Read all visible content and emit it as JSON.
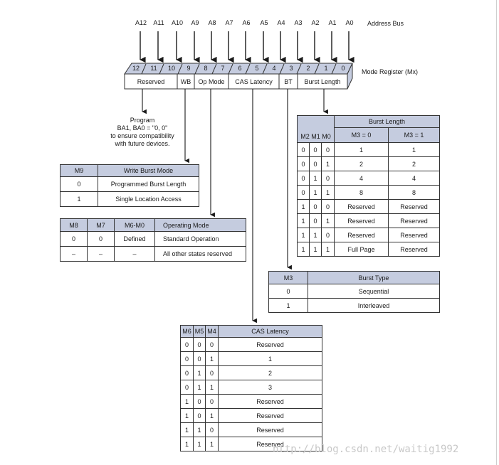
{
  "address_bus": {
    "labels": [
      "A12",
      "A11",
      "A10",
      "A9",
      "A8",
      "A7",
      "A6",
      "A5",
      "A4",
      "A3",
      "A2",
      "A1",
      "A0"
    ],
    "title": "Address Bus"
  },
  "register": {
    "title": "Mode Register (Mx)",
    "bits": [
      "12",
      "11",
      "10",
      "9",
      "8",
      "7",
      "6",
      "5",
      "4",
      "3",
      "2",
      "1",
      "0"
    ],
    "fields": [
      "Reserved",
      "WB",
      "Op Mode",
      "CAS Latency",
      "BT",
      "Burst Length"
    ]
  },
  "program_note": [
    "Program",
    "BA1, BA0 = \"0, 0\"",
    "to ensure compatibility",
    "with future devices."
  ],
  "write_burst": {
    "headers": [
      "M9",
      "Write Burst Mode"
    ],
    "rows": [
      [
        "0",
        "Programmed Burst Length"
      ],
      [
        "1",
        "Single Location Access"
      ]
    ]
  },
  "op_mode": {
    "headers": [
      "M8",
      "M7",
      "M6-M0",
      "Operating Mode"
    ],
    "rows": [
      [
        "0",
        "0",
        "Defined",
        "Standard Operation"
      ],
      [
        "–",
        "–",
        "–",
        "All other states reserved"
      ]
    ]
  },
  "burst_length": {
    "title": "Burst Length",
    "headers": [
      "M2",
      "M1",
      "M0",
      "M3 = 0",
      "M3 = 1"
    ],
    "rows": [
      [
        "0",
        "0",
        "0",
        "1",
        "1"
      ],
      [
        "0",
        "0",
        "1",
        "2",
        "2"
      ],
      [
        "0",
        "1",
        "0",
        "4",
        "4"
      ],
      [
        "0",
        "1",
        "1",
        "8",
        "8"
      ],
      [
        "1",
        "0",
        "0",
        "Reserved",
        "Reserved"
      ],
      [
        "1",
        "0",
        "1",
        "Reserved",
        "Reserved"
      ],
      [
        "1",
        "1",
        "0",
        "Reserved",
        "Reserved"
      ],
      [
        "1",
        "1",
        "1",
        "Full Page",
        "Reserved"
      ]
    ]
  },
  "burst_type": {
    "headers": [
      "M3",
      "Burst Type"
    ],
    "rows": [
      [
        "0",
        "Sequential"
      ],
      [
        "1",
        "Interleaved"
      ]
    ]
  },
  "cas_latency": {
    "headers": [
      "M6",
      "M5",
      "M4",
      "CAS Latency"
    ],
    "rows": [
      [
        "0",
        "0",
        "0",
        "Reserved"
      ],
      [
        "0",
        "0",
        "1",
        "1"
      ],
      [
        "0",
        "1",
        "0",
        "2"
      ],
      [
        "0",
        "1",
        "1",
        "3"
      ],
      [
        "1",
        "0",
        "0",
        "Reserved"
      ],
      [
        "1",
        "0",
        "1",
        "Reserved"
      ],
      [
        "1",
        "1",
        "0",
        "Reserved"
      ],
      [
        "1",
        "1",
        "1",
        "Reserved"
      ]
    ]
  },
  "watermark": "http://blog.csdn.net/waitig1992",
  "colors": {
    "header_fill": "#c5ccdf",
    "register_fill": "#c5ccdf",
    "line": "#1a1a1a"
  }
}
